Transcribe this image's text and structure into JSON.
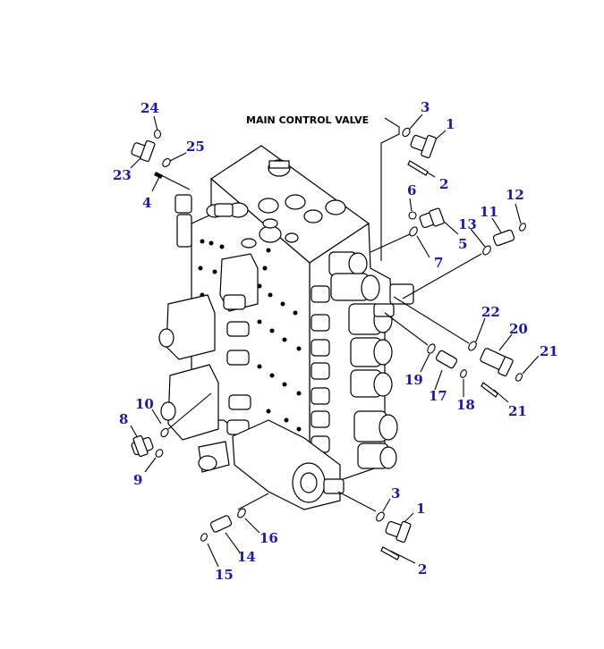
{
  "diagram": {
    "title": "MAIN CONTROL VALVE",
    "label_color": "#1a1aa8",
    "line_color": "#000000",
    "callouts": [
      {
        "id": "c24",
        "label": "24"
      },
      {
        "id": "c25",
        "label": "25"
      },
      {
        "id": "c23",
        "label": "23"
      },
      {
        "id": "c4",
        "label": "4"
      },
      {
        "id": "c3a",
        "label": "3"
      },
      {
        "id": "c1a",
        "label": "1"
      },
      {
        "id": "c2a",
        "label": "2"
      },
      {
        "id": "c6",
        "label": "6"
      },
      {
        "id": "c5",
        "label": "5"
      },
      {
        "id": "c7",
        "label": "7"
      },
      {
        "id": "c12",
        "label": "12"
      },
      {
        "id": "c11",
        "label": "11"
      },
      {
        "id": "c13",
        "label": "13"
      },
      {
        "id": "c22",
        "label": "22"
      },
      {
        "id": "c20",
        "label": "20"
      },
      {
        "id": "c21a",
        "label": "21"
      },
      {
        "id": "c21b",
        "label": "21"
      },
      {
        "id": "c19",
        "label": "19"
      },
      {
        "id": "c17",
        "label": "17"
      },
      {
        "id": "c18",
        "label": "18"
      },
      {
        "id": "c10",
        "label": "10"
      },
      {
        "id": "c8",
        "label": "8"
      },
      {
        "id": "c9",
        "label": "9"
      },
      {
        "id": "c3b",
        "label": "3"
      },
      {
        "id": "c1b",
        "label": "1"
      },
      {
        "id": "c16",
        "label": "16"
      },
      {
        "id": "c14",
        "label": "14"
      },
      {
        "id": "c15",
        "label": "15"
      },
      {
        "id": "c2b",
        "label": "2"
      }
    ]
  }
}
